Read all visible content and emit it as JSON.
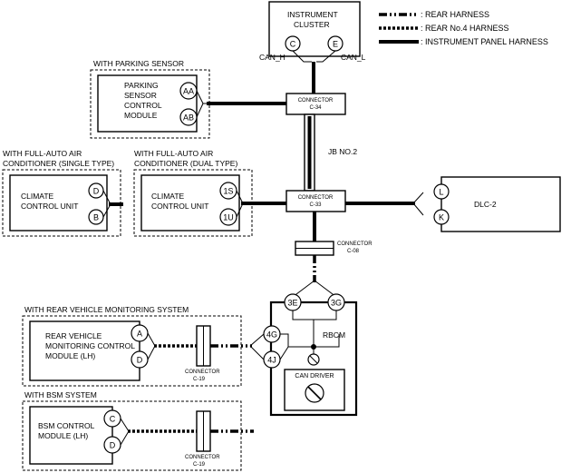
{
  "legend": {
    "rear_harness": ": REAR HARNESS",
    "rear_no4_harness": ": REAR No.4 HARNESS",
    "instrument_panel_harness": ": INSTRUMENT PANEL HARNESS"
  },
  "instrument_cluster": {
    "name_line1": "INSTRUMENT",
    "name_line2": "CLUSTER",
    "pin_c": "C",
    "pin_e": "E",
    "can_h": "CAN_H",
    "can_l": "CAN_L"
  },
  "parking_sensor": {
    "group_label": "WITH PARKING SENSOR",
    "name_line1": "PARKING",
    "name_line2": "SENSOR",
    "name_line3": "CONTROL",
    "name_line4": "MODULE",
    "pin_aa": "AA",
    "pin_ab": "AB"
  },
  "connector_c34": {
    "label": "CONNECTOR",
    "code": "C-34"
  },
  "connector_c33": {
    "label": "CONNECTOR",
    "code": "C-33"
  },
  "connector_c08": {
    "label": "CONNECTOR",
    "code": "C-08"
  },
  "jb": {
    "label": "JB NO.2"
  },
  "climate_single": {
    "group_label_line1": "WITH FULL-AUTO AIR",
    "group_label_line2": "CONDITIONER (SINGLE TYPE)",
    "name_line1": "CLIMATE",
    "name_line2": "CONTROL UNIT",
    "pin_d": "D",
    "pin_b": "B"
  },
  "climate_dual": {
    "group_label_line1": "WITH FULL-AUTO AIR",
    "group_label_line2": "CONDITIONER (DUAL TYPE)",
    "name_line1": "CLIMATE",
    "name_line2": "CONTROL UNIT",
    "pin_1s": "1S",
    "pin_1u": "1U"
  },
  "dlc": {
    "name": "DLC-2",
    "pin_l": "L",
    "pin_k": "K"
  },
  "rbcm": {
    "name": "RBCM",
    "pin_3e": "3E",
    "pin_3g": "3G",
    "pin_4g": "4G",
    "pin_4j": "4J",
    "can_driver": "CAN DRIVER"
  },
  "rear_monitoring": {
    "group_label": "WITH REAR VEHICLE MONITORING SYSTEM",
    "name_line1": "REAR VEHICLE",
    "name_line2": "MONITORING CONTROL",
    "name_line3": "MODULE (LH)",
    "pin_a": "A",
    "pin_d": "D",
    "connector_label": "CONNECTOR",
    "connector_code": "C-19"
  },
  "bsm": {
    "group_label": "WITH BSM SYSTEM",
    "name_line1": "BSM CONTROL",
    "name_line2": "MODULE (LH)",
    "pin_c": "C",
    "pin_d": "D",
    "connector_label": "CONNECTOR",
    "connector_code": "C-19"
  }
}
